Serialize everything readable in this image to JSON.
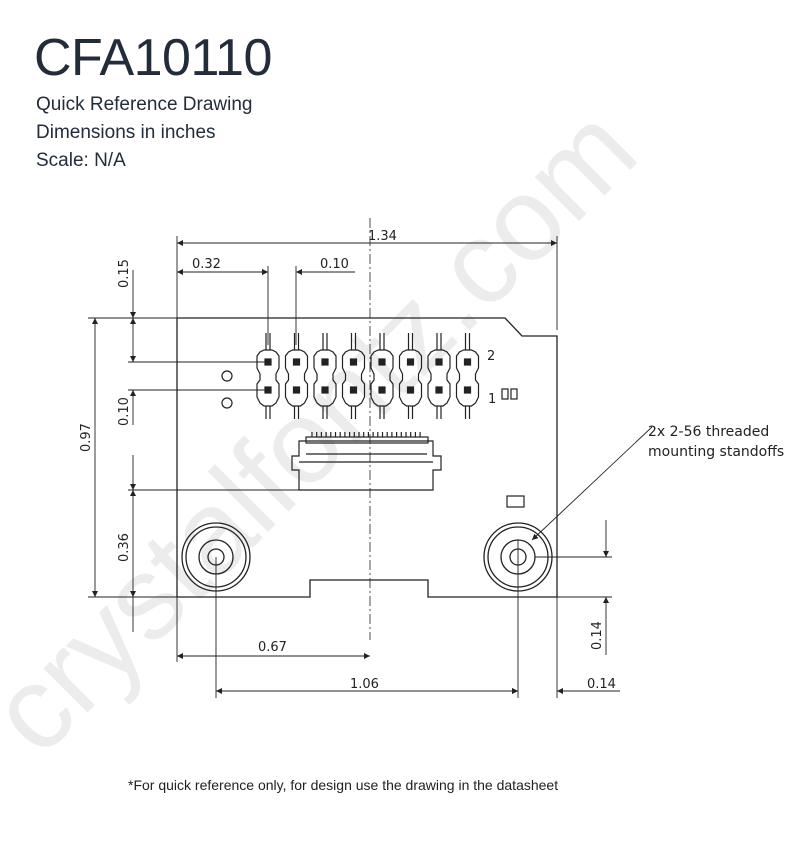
{
  "header": {
    "title": "CFA10110",
    "subtitle_lines": [
      "Quick Reference Drawing",
      "Dimensions in inches",
      "Scale: N/A"
    ]
  },
  "watermark": "crystalfontz.com",
  "dimensions": {
    "overall_width": "1.34",
    "pin_offset_x": "0.32",
    "pin_pitch_x": "0.10",
    "pin_offset_y": "0.15",
    "overall_height": "0.97",
    "pin_pitch_y": "0.10",
    "connector_offset_y": "0.36",
    "center_offset_x": "0.67",
    "standoff_spacing": "1.06",
    "standoff_edge_x": "0.14",
    "standoff_edge_y": "0.14"
  },
  "pin_labels": {
    "row_top": "2",
    "row_bottom": "1"
  },
  "callout": {
    "line1": "2x 2-56 threaded",
    "line2": "mounting standoffs"
  },
  "footnote": "*For quick reference only, for design use the drawing in the datasheet",
  "colors": {
    "title": "#222c3a",
    "line": "#222222",
    "watermark": "#ececec"
  }
}
